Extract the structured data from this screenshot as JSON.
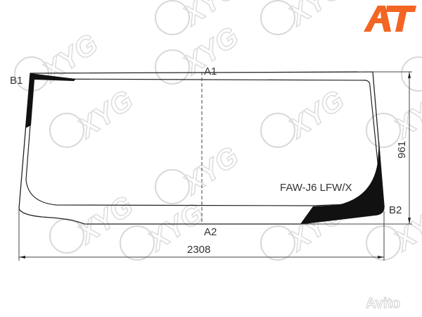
{
  "model_code": "FAW-J6 LFW/X",
  "labels": {
    "b1": "B1",
    "b2": "B2",
    "a1": "A1",
    "a2": "A2"
  },
  "dimensions": {
    "width": "2308",
    "height": "961"
  },
  "logo": {
    "text": "AT",
    "color": "#f26522"
  },
  "watermark": {
    "brand": "XYG",
    "site": "Avito"
  },
  "colors": {
    "line": "#222222",
    "print": "#111111",
    "watermark": "#d8d8d8"
  }
}
